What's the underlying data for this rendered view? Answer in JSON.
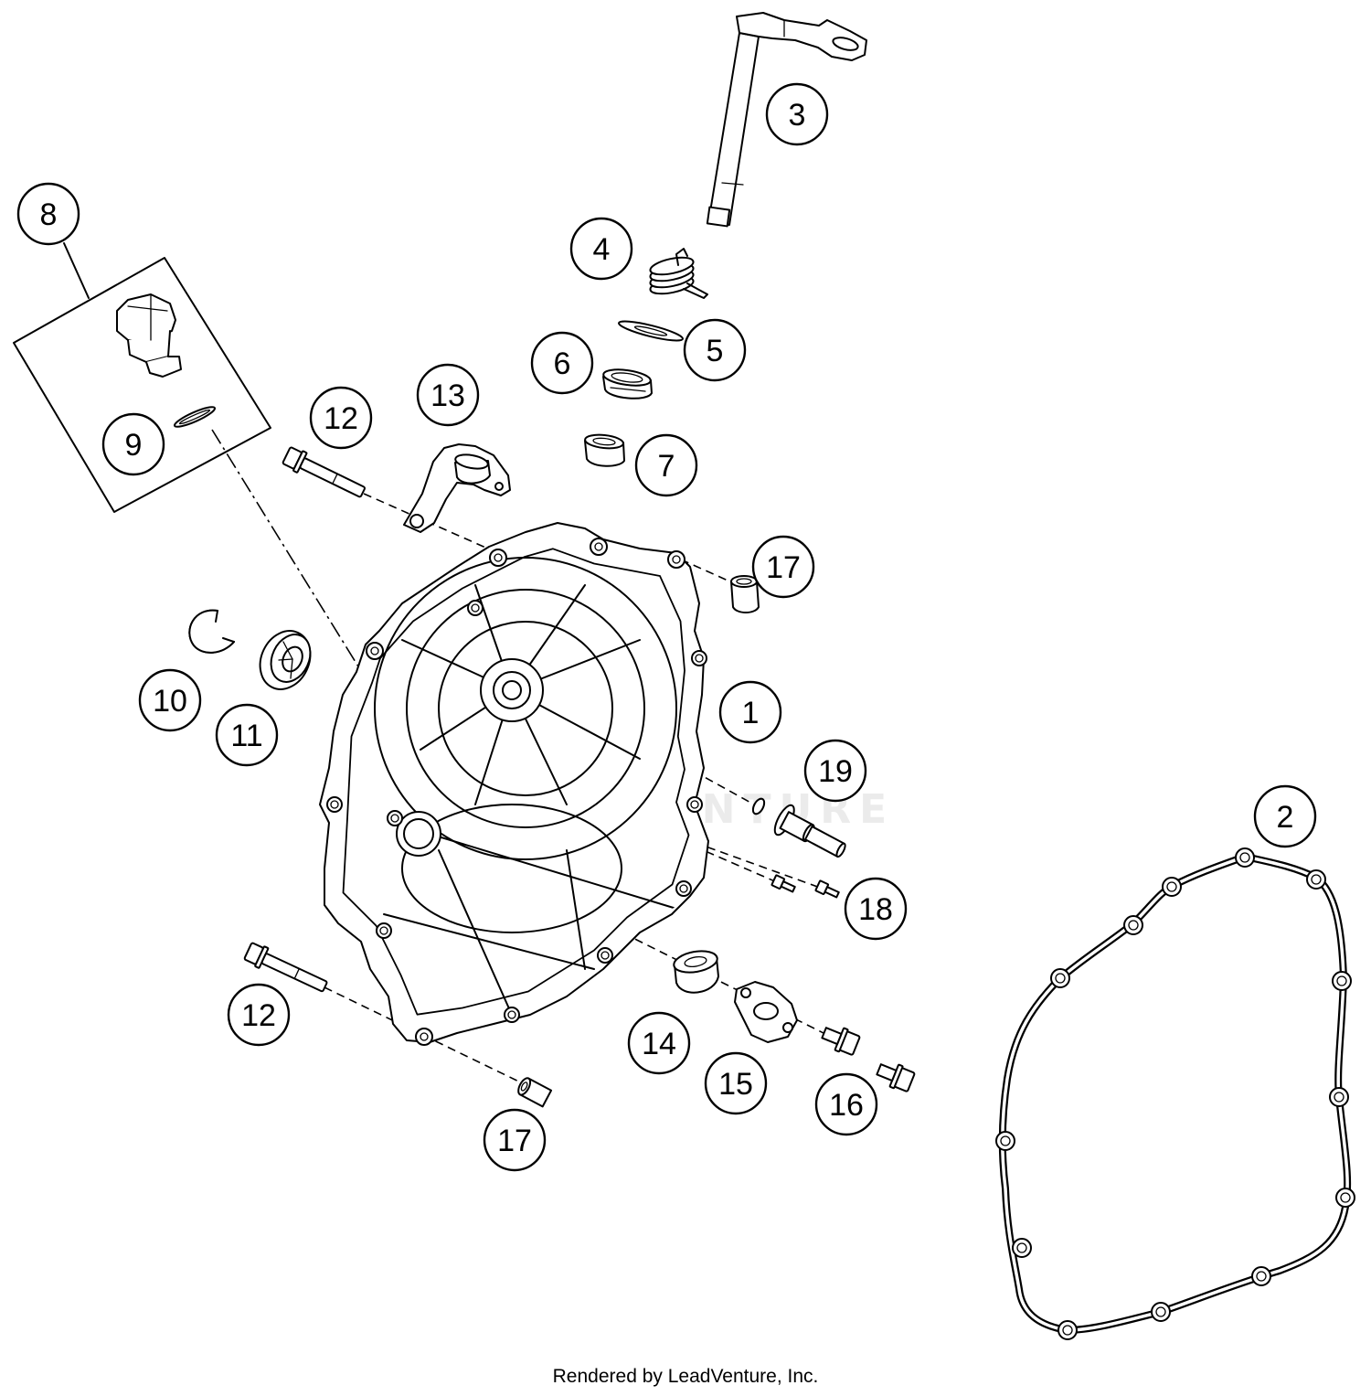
{
  "callouts": [
    "8",
    "3",
    "4",
    "5",
    "6",
    "13",
    "12",
    "9",
    "7",
    "17",
    "1",
    "10",
    "11",
    "19",
    "2",
    "18",
    "12",
    "14",
    "15",
    "16",
    "17"
  ],
  "watermark": {
    "text": "LEADVENTURE"
  },
  "footer": {
    "credit": "Rendered by LeadVenture, Inc."
  },
  "colors": {
    "line": "#000000",
    "background": "#ffffff",
    "watermark": "#ebebeb"
  }
}
